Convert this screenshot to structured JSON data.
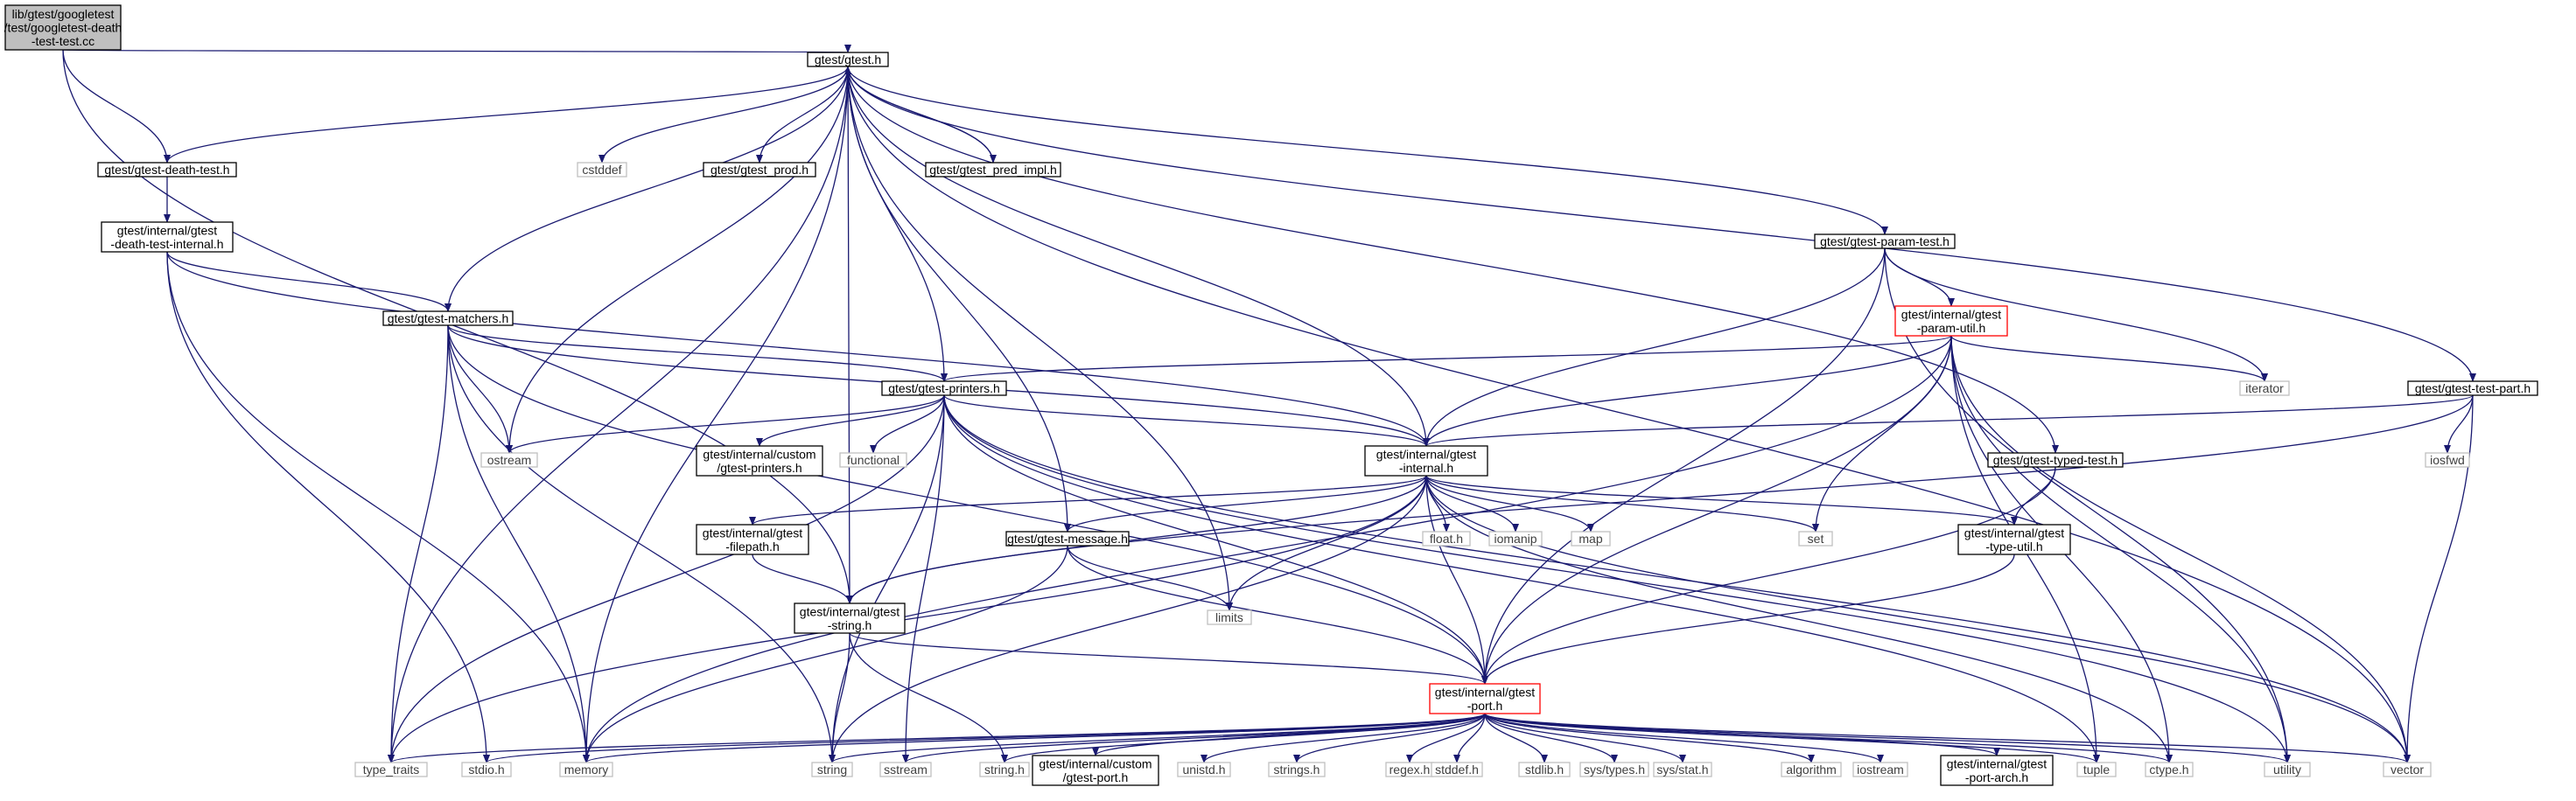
{
  "colors": {
    "edge": "#191970",
    "node_fill": "#ffffff",
    "node_border": "#000000",
    "root_fill": "#bfbfbf",
    "truncated_border": "#ff0000",
    "system_border": "#bfbfbf",
    "system_text": "#404040"
  },
  "nodes": [
    {
      "id": "root",
      "lines": [
        "lib/gtest/googletest",
        "/test/googletest-death",
        "-test-test.cc"
      ],
      "kind": "root"
    },
    {
      "id": "gtest_h",
      "lines": [
        "gtest/gtest.h"
      ],
      "kind": "normal"
    },
    {
      "id": "death_test_h",
      "lines": [
        "gtest/gtest-death-test.h"
      ],
      "kind": "normal"
    },
    {
      "id": "cstddef",
      "lines": [
        "cstddef"
      ],
      "kind": "system"
    },
    {
      "id": "gtest_prod_h",
      "lines": [
        "gtest/gtest_prod.h"
      ],
      "kind": "normal"
    },
    {
      "id": "pred_impl_h",
      "lines": [
        "gtest/gtest_pred_impl.h"
      ],
      "kind": "normal"
    },
    {
      "id": "death_internal_h",
      "lines": [
        "gtest/internal/gtest",
        "-death-test-internal.h"
      ],
      "kind": "normal"
    },
    {
      "id": "param_test_h",
      "lines": [
        "gtest/gtest-param-test.h"
      ],
      "kind": "normal"
    },
    {
      "id": "param_util_h",
      "lines": [
        "gtest/internal/gtest",
        "-param-util.h"
      ],
      "kind": "truncated"
    },
    {
      "id": "matchers_h",
      "lines": [
        "gtest/gtest-matchers.h"
      ],
      "kind": "normal"
    },
    {
      "id": "printers_h",
      "lines": [
        "gtest/gtest-printers.h"
      ],
      "kind": "normal"
    },
    {
      "id": "iterator",
      "lines": [
        "iterator"
      ],
      "kind": "system"
    },
    {
      "id": "test_part_h",
      "lines": [
        "gtest/gtest-test-part.h"
      ],
      "kind": "normal"
    },
    {
      "id": "ostream",
      "lines": [
        "ostream"
      ],
      "kind": "system"
    },
    {
      "id": "custom_printers_h",
      "lines": [
        "gtest/internal/custom",
        "/gtest-printers.h"
      ],
      "kind": "normal"
    },
    {
      "id": "functional",
      "lines": [
        "functional"
      ],
      "kind": "system"
    },
    {
      "id": "internal_h",
      "lines": [
        "gtest/internal/gtest",
        "-internal.h"
      ],
      "kind": "normal"
    },
    {
      "id": "iosfwd",
      "lines": [
        "iosfwd"
      ],
      "kind": "system"
    },
    {
      "id": "typed_test_h",
      "lines": [
        "gtest/gtest-typed-test.h"
      ],
      "kind": "normal"
    },
    {
      "id": "filepath_h",
      "lines": [
        "gtest/internal/gtest",
        "-filepath.h"
      ],
      "kind": "normal"
    },
    {
      "id": "message_h",
      "lines": [
        "gtest/gtest-message.h"
      ],
      "kind": "normal"
    },
    {
      "id": "float_h",
      "lines": [
        "float.h"
      ],
      "kind": "system"
    },
    {
      "id": "iomanip",
      "lines": [
        "iomanip"
      ],
      "kind": "system"
    },
    {
      "id": "map",
      "lines": [
        "map"
      ],
      "kind": "system"
    },
    {
      "id": "set",
      "lines": [
        "set"
      ],
      "kind": "system"
    },
    {
      "id": "type_util_h",
      "lines": [
        "gtest/internal/gtest",
        "-type-util.h"
      ],
      "kind": "normal"
    },
    {
      "id": "limits",
      "lines": [
        "limits"
      ],
      "kind": "system"
    },
    {
      "id": "string_internal_h",
      "lines": [
        "gtest/internal/gtest",
        "-string.h"
      ],
      "kind": "normal"
    },
    {
      "id": "port_h",
      "lines": [
        "gtest/internal/gtest",
        "-port.h"
      ],
      "kind": "truncated"
    },
    {
      "id": "type_traits",
      "lines": [
        "type_traits"
      ],
      "kind": "system"
    },
    {
      "id": "stdio_h",
      "lines": [
        "stdio.h"
      ],
      "kind": "system"
    },
    {
      "id": "memory",
      "lines": [
        "memory"
      ],
      "kind": "system"
    },
    {
      "id": "string",
      "lines": [
        "string"
      ],
      "kind": "system"
    },
    {
      "id": "sstream",
      "lines": [
        "sstream"
      ],
      "kind": "system"
    },
    {
      "id": "string_h",
      "lines": [
        "string.h"
      ],
      "kind": "system"
    },
    {
      "id": "custom_port_h",
      "lines": [
        "gtest/internal/custom",
        "/gtest-port.h"
      ],
      "kind": "normal"
    },
    {
      "id": "unistd_h",
      "lines": [
        "unistd.h"
      ],
      "kind": "system"
    },
    {
      "id": "strings_h",
      "lines": [
        "strings.h"
      ],
      "kind": "system"
    },
    {
      "id": "regex_h",
      "lines": [
        "regex.h"
      ],
      "kind": "system"
    },
    {
      "id": "stddef_h",
      "lines": [
        "stddef.h"
      ],
      "kind": "system"
    },
    {
      "id": "stdlib_h",
      "lines": [
        "stdlib.h"
      ],
      "kind": "system"
    },
    {
      "id": "sys_types_h",
      "lines": [
        "sys/types.h"
      ],
      "kind": "system"
    },
    {
      "id": "sys_stat_h",
      "lines": [
        "sys/stat.h"
      ],
      "kind": "system"
    },
    {
      "id": "algorithm",
      "lines": [
        "algorithm"
      ],
      "kind": "system"
    },
    {
      "id": "iostream",
      "lines": [
        "iostream"
      ],
      "kind": "system"
    },
    {
      "id": "port_arch_h",
      "lines": [
        "gtest/internal/gtest",
        "-port-arch.h"
      ],
      "kind": "normal"
    },
    {
      "id": "tuple",
      "lines": [
        "tuple"
      ],
      "kind": "system"
    },
    {
      "id": "ctype_h",
      "lines": [
        "ctype.h"
      ],
      "kind": "system"
    },
    {
      "id": "utility",
      "lines": [
        "utility"
      ],
      "kind": "system"
    },
    {
      "id": "vector",
      "lines": [
        "vector"
      ],
      "kind": "system"
    }
  ],
  "edges": [
    [
      "root",
      "gtest_h"
    ],
    [
      "root",
      "death_test_h"
    ],
    [
      "root",
      "string_internal_h"
    ],
    [
      "gtest_h",
      "death_test_h"
    ],
    [
      "gtest_h",
      "cstddef"
    ],
    [
      "gtest_h",
      "gtest_prod_h"
    ],
    [
      "gtest_h",
      "pred_impl_h"
    ],
    [
      "gtest_h",
      "param_test_h"
    ],
    [
      "gtest_h",
      "matchers_h"
    ],
    [
      "gtest_h",
      "printers_h"
    ],
    [
      "gtest_h",
      "ostream"
    ],
    [
      "gtest_h",
      "internal_h"
    ],
    [
      "gtest_h",
      "test_part_h"
    ],
    [
      "gtest_h",
      "typed_test_h"
    ],
    [
      "gtest_h",
      "message_h"
    ],
    [
      "gtest_h",
      "limits"
    ],
    [
      "gtest_h",
      "string_internal_h"
    ],
    [
      "gtest_h",
      "type_traits"
    ],
    [
      "gtest_h",
      "memory"
    ],
    [
      "gtest_h",
      "vector"
    ],
    [
      "pred_impl_h",
      "gtest_h"
    ],
    [
      "death_test_h",
      "death_internal_h"
    ],
    [
      "death_internal_h",
      "matchers_h"
    ],
    [
      "death_internal_h",
      "internal_h"
    ],
    [
      "death_internal_h",
      "stdio_h"
    ],
    [
      "death_internal_h",
      "memory"
    ],
    [
      "param_test_h",
      "param_util_h"
    ],
    [
      "param_test_h",
      "iterator"
    ],
    [
      "param_test_h",
      "internal_h"
    ],
    [
      "param_test_h",
      "port_h"
    ],
    [
      "param_test_h",
      "utility"
    ],
    [
      "param_util_h",
      "printers_h"
    ],
    [
      "param_util_h",
      "internal_h"
    ],
    [
      "param_util_h",
      "iterator"
    ],
    [
      "param_util_h",
      "set"
    ],
    [
      "param_util_h",
      "port_h"
    ],
    [
      "param_util_h",
      "tuple"
    ],
    [
      "param_util_h",
      "ctype_h"
    ],
    [
      "param_util_h",
      "utility"
    ],
    [
      "param_util_h",
      "vector"
    ],
    [
      "param_util_h",
      "memory"
    ],
    [
      "matchers_h",
      "printers_h"
    ],
    [
      "matchers_h",
      "internal_h"
    ],
    [
      "matchers_h",
      "ostream"
    ],
    [
      "matchers_h",
      "port_h"
    ],
    [
      "matchers_h",
      "memory"
    ],
    [
      "matchers_h",
      "string"
    ],
    [
      "matchers_h",
      "type_traits"
    ],
    [
      "printers_h",
      "ostream"
    ],
    [
      "printers_h",
      "custom_printers_h"
    ],
    [
      "printers_h",
      "functional"
    ],
    [
      "printers_h",
      "internal_h"
    ],
    [
      "printers_h",
      "port_h"
    ],
    [
      "printers_h",
      "type_traits"
    ],
    [
      "printers_h",
      "string"
    ],
    [
      "printers_h",
      "sstream"
    ],
    [
      "printers_h",
      "tuple"
    ],
    [
      "printers_h",
      "utility"
    ],
    [
      "printers_h",
      "vector"
    ],
    [
      "test_part_h",
      "internal_h"
    ],
    [
      "test_part_h",
      "string_internal_h"
    ],
    [
      "test_part_h",
      "iosfwd"
    ],
    [
      "test_part_h",
      "vector"
    ],
    [
      "internal_h",
      "filepath_h"
    ],
    [
      "internal_h",
      "message_h"
    ],
    [
      "internal_h",
      "float_h"
    ],
    [
      "internal_h",
      "iomanip"
    ],
    [
      "internal_h",
      "map"
    ],
    [
      "internal_h",
      "set"
    ],
    [
      "internal_h",
      "type_util_h"
    ],
    [
      "internal_h",
      "limits"
    ],
    [
      "internal_h",
      "string_internal_h"
    ],
    [
      "internal_h",
      "port_h"
    ],
    [
      "internal_h",
      "string"
    ],
    [
      "internal_h",
      "type_traits"
    ],
    [
      "internal_h",
      "ctype_h"
    ],
    [
      "internal_h",
      "vector"
    ],
    [
      "typed_test_h",
      "type_util_h"
    ],
    [
      "typed_test_h",
      "port_h"
    ],
    [
      "type_util_h",
      "port_h"
    ],
    [
      "filepath_h",
      "string_internal_h"
    ],
    [
      "message_h",
      "limits"
    ],
    [
      "message_h",
      "memory"
    ],
    [
      "message_h",
      "port_h"
    ],
    [
      "string_internal_h",
      "port_h"
    ],
    [
      "string_internal_h",
      "string"
    ],
    [
      "string_internal_h",
      "string_h"
    ],
    [
      "port_h",
      "type_traits"
    ],
    [
      "port_h",
      "stdio_h"
    ],
    [
      "port_h",
      "memory"
    ],
    [
      "port_h",
      "string"
    ],
    [
      "port_h",
      "sstream"
    ],
    [
      "port_h",
      "string_h"
    ],
    [
      "port_h",
      "custom_port_h"
    ],
    [
      "port_h",
      "unistd_h"
    ],
    [
      "port_h",
      "strings_h"
    ],
    [
      "port_h",
      "regex_h"
    ],
    [
      "port_h",
      "stddef_h"
    ],
    [
      "port_h",
      "stdlib_h"
    ],
    [
      "port_h",
      "sys_types_h"
    ],
    [
      "port_h",
      "sys_stat_h"
    ],
    [
      "port_h",
      "algorithm"
    ],
    [
      "port_h",
      "iostream"
    ],
    [
      "port_h",
      "port_arch_h"
    ],
    [
      "port_h",
      "tuple"
    ],
    [
      "port_h",
      "ctype_h"
    ],
    [
      "port_h",
      "utility"
    ],
    [
      "port_h",
      "vector"
    ]
  ]
}
